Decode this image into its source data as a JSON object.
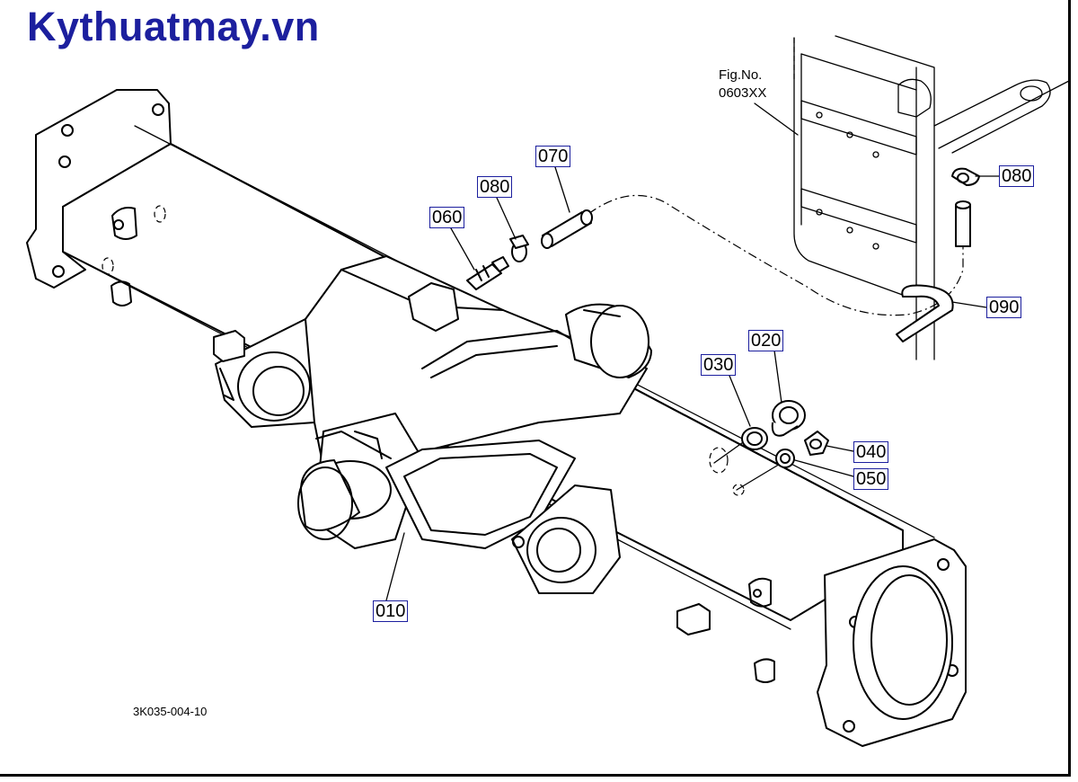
{
  "watermark": "Kythuatmay.vn",
  "drawing_number": "3K035-004-10",
  "figure_reference": {
    "line1": "Fig.No.",
    "line2": "0603XX"
  },
  "callouts": {
    "c010": "010",
    "c020": "020",
    "c030": "030",
    "c040": "040",
    "c050": "050",
    "c060": "060",
    "c070": "070",
    "c080a": "080",
    "c080b": "080",
    "c090": "090"
  },
  "colors": {
    "watermark": "#1c1f9e",
    "callout_border": "#1c1f9e",
    "line": "#000000"
  }
}
